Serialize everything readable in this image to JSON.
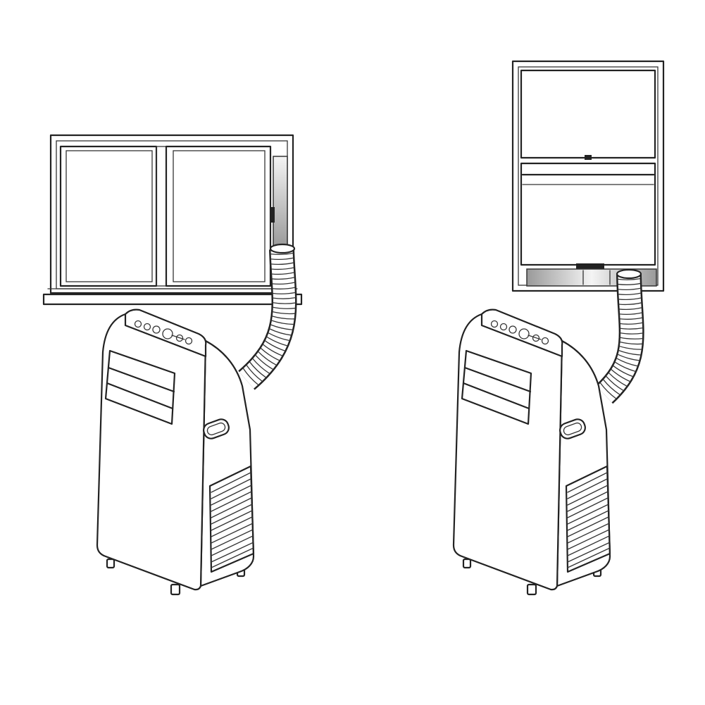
{
  "colors": {
    "line": "#222222",
    "background": "#ffffff",
    "seal_gradient_light": "#f4f4f4",
    "seal_gradient_dark": "#9a9a9a"
  },
  "scenes": [
    {
      "id": "sliding-window",
      "window_type": "sliding",
      "icon": "sliding-window-icon"
    },
    {
      "id": "hung-window",
      "window_type": "double-hung",
      "icon": "hung-window-icon"
    }
  ]
}
